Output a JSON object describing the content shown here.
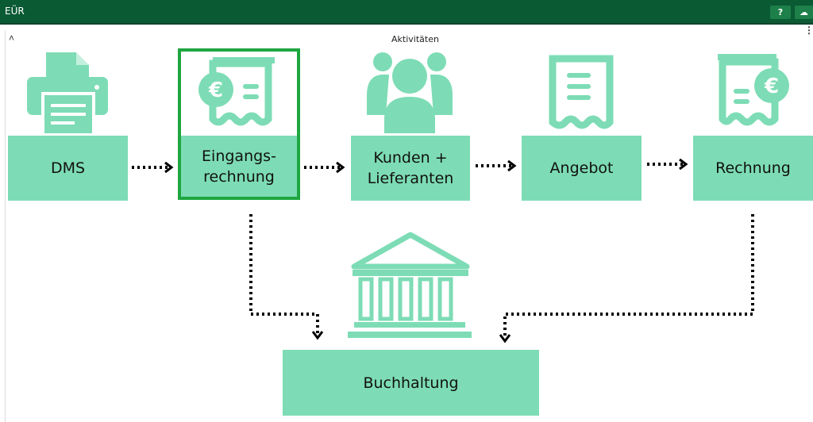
{
  "app": {
    "title": "EÜR"
  },
  "toolbar": {
    "help_label": "?",
    "cloud_label": "☁"
  },
  "panel": {
    "title": "Aktivitäten",
    "collapse_label": "˄",
    "menu_label": "⋮"
  },
  "workflow": {
    "nodes": {
      "dms": "DMS",
      "eingang_line1": "Eingangs-",
      "eingang_line2": "rechnung",
      "kunden_line1": "Kunden +",
      "kunden_line2": "Lieferanten",
      "angebot": "Angebot",
      "rechnung": "Rechnung",
      "buchhaltung": "Buchhaltung"
    },
    "selected_node": "Eingangs- rechnung",
    "colors": {
      "box": "#7ddcb5",
      "icon": "#7ddcb5",
      "selected_border": "#1ea640",
      "header": "#0a5a34"
    }
  }
}
